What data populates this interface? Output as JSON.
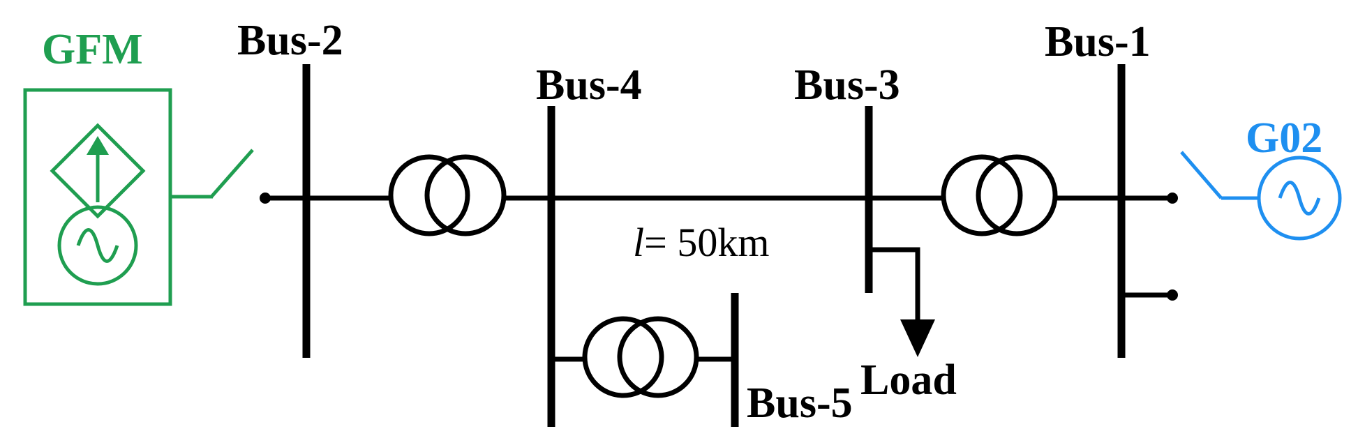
{
  "labels": {
    "gfm": "GFM",
    "g02": "G02",
    "bus1": "Bus-1",
    "bus2": "Bus-2",
    "bus3": "Bus-3",
    "bus4": "Bus-4",
    "bus5": "Bus-5",
    "load": "Load",
    "line_length_symbol": "l",
    "line_length_value": "= 50km"
  },
  "colors": {
    "network": "#000000",
    "gfm": "#1f9e50",
    "g02": "#1e8ff0"
  }
}
